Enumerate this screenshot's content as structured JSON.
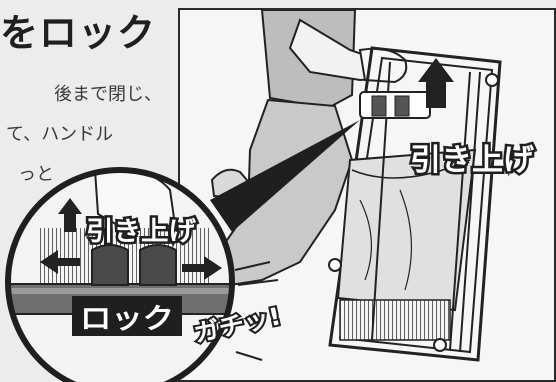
{
  "title": "をロック",
  "body_lines": [
    "後まで閉じ、",
    "て、ハンドル",
    "っと"
  ],
  "labels": {
    "pull_up_main": "引き上げ",
    "pull_up_inset": "引き上げ",
    "lock": "ロック",
    "click_sound": "ガチッ!"
  },
  "colors": {
    "ink": "#1f1f1f",
    "paper": "#ececec"
  }
}
